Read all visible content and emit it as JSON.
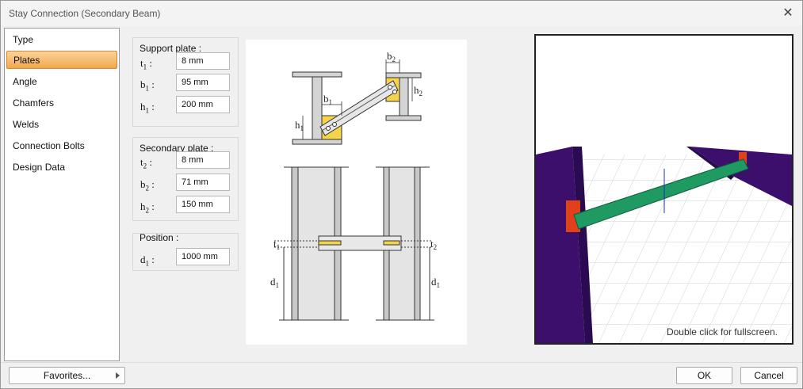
{
  "window": {
    "title": "Stay Connection (Secondary Beam)"
  },
  "nav": {
    "items": [
      {
        "label": "Type"
      },
      {
        "label": "Plates"
      },
      {
        "label": "Angle"
      },
      {
        "label": "Chamfers"
      },
      {
        "label": "Welds"
      },
      {
        "label": "Connection Bolts"
      },
      {
        "label": "Design Data"
      }
    ],
    "active": "Plates"
  },
  "support_plate": {
    "title": "Support plate :",
    "t1": {
      "label": "t",
      "sub": "1",
      "suffix": " :",
      "value": "8 mm"
    },
    "b1": {
      "label": "b",
      "sub": "1",
      "suffix": " :",
      "value": "95 mm"
    },
    "h1": {
      "label": "h",
      "sub": "1",
      "suffix": " :",
      "value": "200 mm"
    }
  },
  "secondary_plate": {
    "title": "Secondary plate :",
    "t2": {
      "label": "t",
      "sub": "2",
      "suffix": " :",
      "value": "8 mm"
    },
    "b2": {
      "label": "b",
      "sub": "2",
      "suffix": " :",
      "value": "71 mm"
    },
    "h2": {
      "label": "h",
      "sub": "2",
      "suffix": " :",
      "value": "150 mm"
    }
  },
  "position": {
    "title": "Position :",
    "d1": {
      "label": "d",
      "sub": "1",
      "suffix": " :",
      "value": "1000 mm"
    }
  },
  "diagram_labels": {
    "b": "b",
    "h": "h",
    "t": "t",
    "d": "d",
    "one": "1",
    "two": "2"
  },
  "view3d": {
    "hint": "Double click for fullscreen."
  },
  "footer": {
    "favorites": "Favorites...",
    "ok": "OK",
    "cancel": "Cancel"
  },
  "colors": {
    "nav_active": "#f1a84c",
    "beam": "#3b0f6b",
    "angle": "#1e9a62",
    "plate": "#e0401a",
    "weld": "#f5d34a"
  }
}
